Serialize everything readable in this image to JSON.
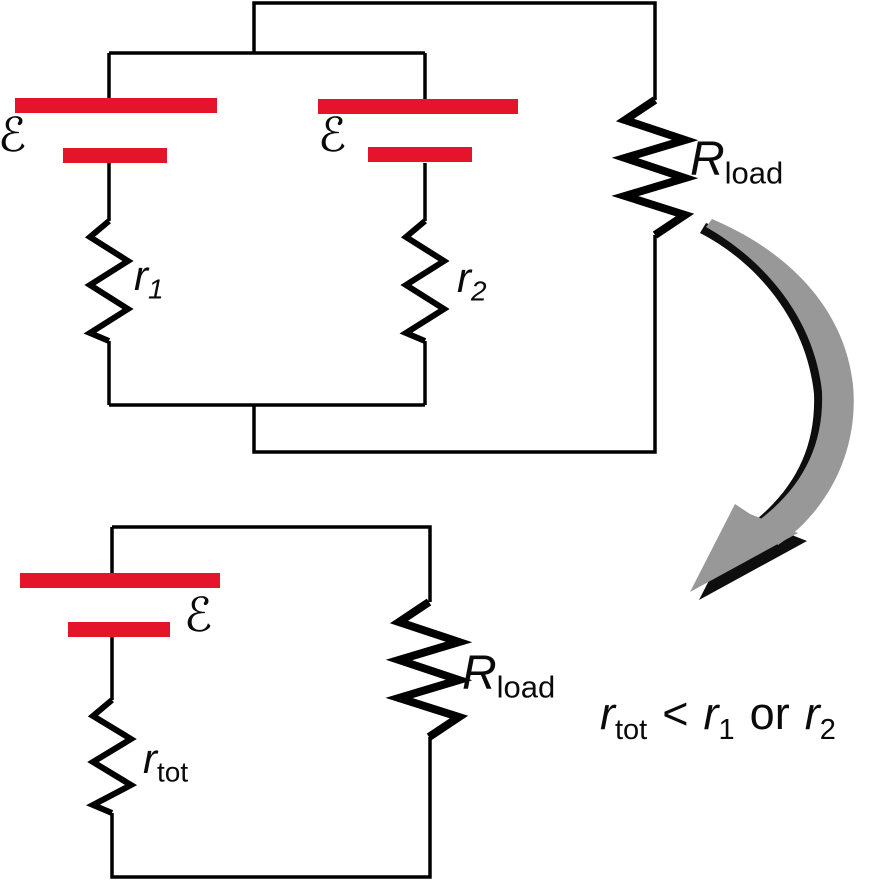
{
  "colors": {
    "battery-red": "#e4152b",
    "wire-black": "#000000",
    "arrow-gray": "#989898",
    "arrow-shadow": "#0e0e0e",
    "background": "#ffffff"
  },
  "top_circuit": {
    "battery1_emf": "ℰ",
    "battery2_emf": "ℰ",
    "r1": {
      "symbol": "r",
      "subscript": "1"
    },
    "r2": {
      "symbol": "r",
      "subscript": "2"
    },
    "r_load": {
      "symbol": "R",
      "subscript": "load"
    }
  },
  "equivalent_circuit": {
    "battery_emf": "ℰ",
    "r_tot": {
      "symbol": "r",
      "subscript": "tot"
    },
    "r_load": {
      "symbol": "R",
      "subscript": "load"
    }
  },
  "equation": {
    "lhs": {
      "symbol": "r",
      "subscript": "tot"
    },
    "relation": "<",
    "rhs1": {
      "symbol": "r",
      "subscript": "1"
    },
    "conjunction": "or",
    "rhs2": {
      "symbol": "r",
      "subscript": "2"
    }
  }
}
